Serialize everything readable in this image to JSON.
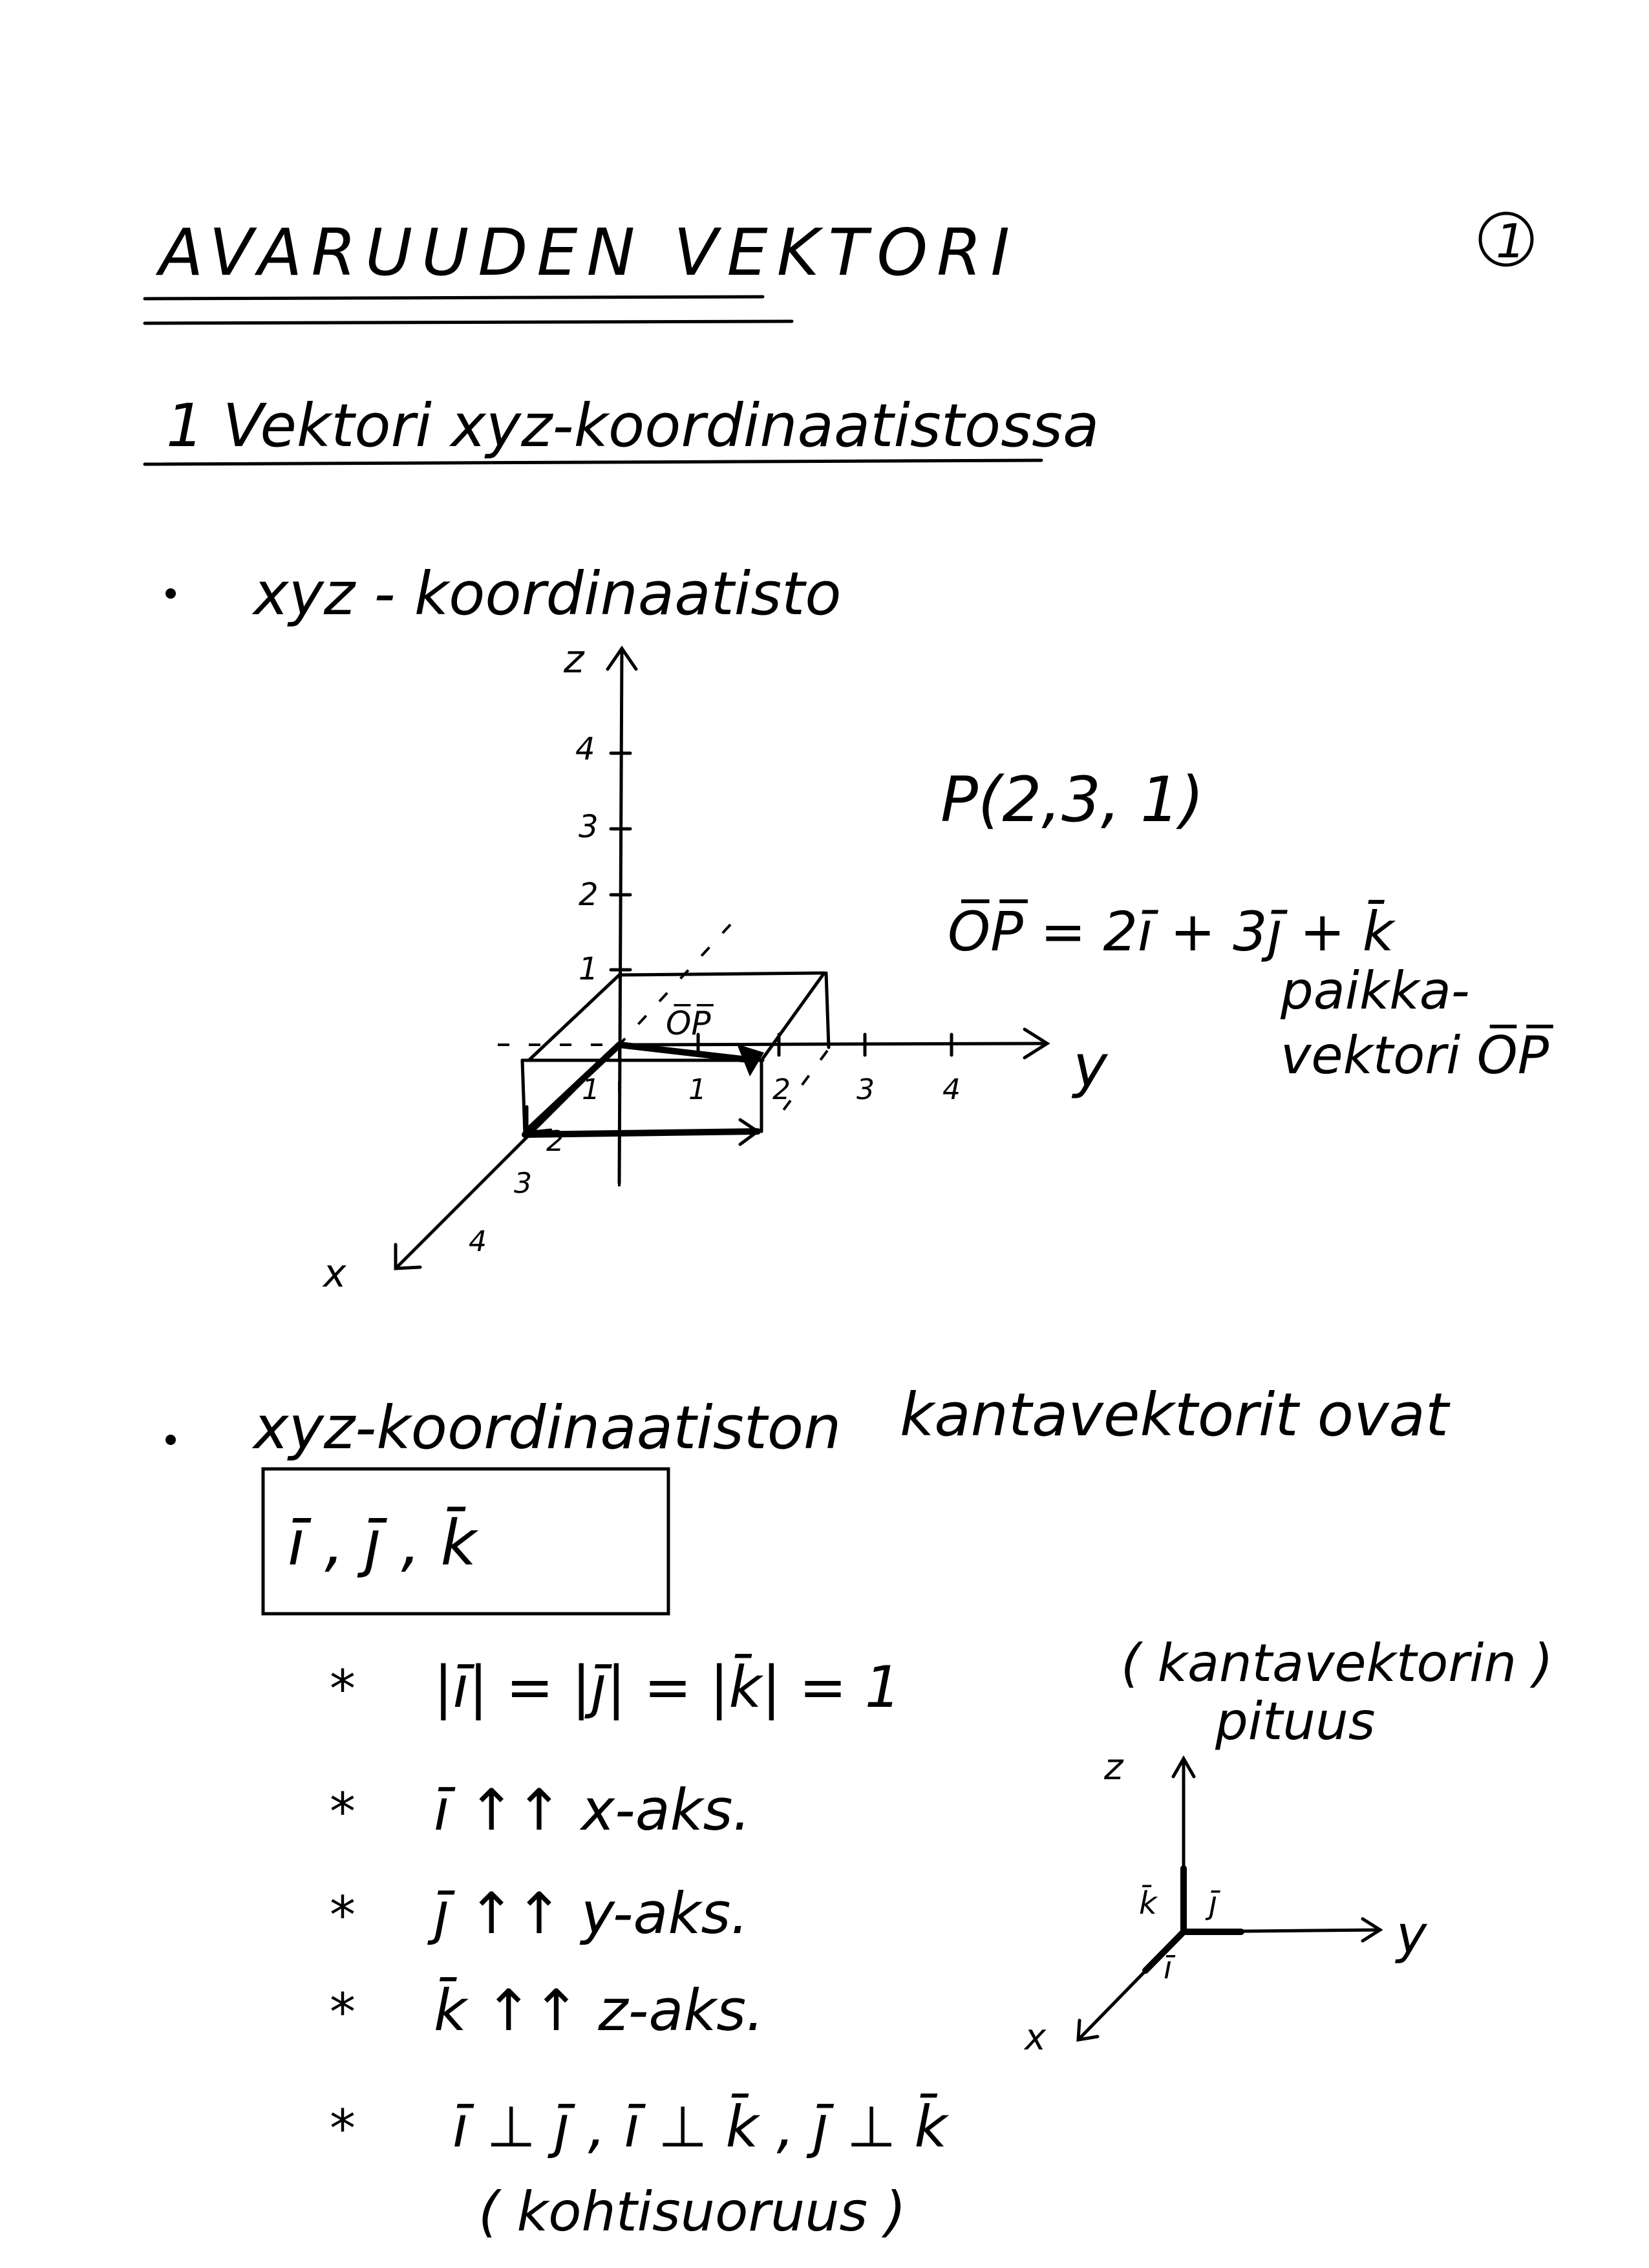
{
  "page": {
    "title": "AVARUUDEN VEKTORI",
    "page_number": "1"
  },
  "section": {
    "heading": "1 Vektori xyz-koordinaatistossa"
  },
  "bullet1": {
    "text": "xyz - koordinaatisto",
    "diagram": {
      "axis_z": "z",
      "axis_y": "y",
      "axis_x": "x",
      "z_ticks": [
        "1",
        "2",
        "3",
        "4"
      ],
      "y_ticks": [
        "1",
        "2",
        "3",
        "4"
      ],
      "x_ticks": [
        "1",
        "2",
        "3",
        "4"
      ],
      "vector_label": "O̅P̅"
    },
    "point": "P(2,3, 1)",
    "equation": "O̅P̅ = 2ī + 3j̄ + k̄",
    "note_line1": "paikka-",
    "note_line2": "vektori O̅P̅"
  },
  "bullet2": {
    "text_left": "xyz-koordinaatiston",
    "text_right": "kantavektorit ovat",
    "boxed": "ī ,  j̄ ,  k̄",
    "items": [
      "|ī| = |j̄| = |k̄| = 1",
      "ī ↑↑ x-aks.",
      "j̄ ↑↑ y-aks.",
      "k̄ ↑↑ z-aks.",
      "ī ⊥ j̄  ,  ī ⊥ k̄  ,  j̄ ⊥ k̄"
    ],
    "star": "*",
    "side_note_line1": "( kantavektorin )",
    "side_note_line2": "pituus",
    "footnote": "( kohtisuoruus )",
    "mini_diagram": {
      "axis_z": "z",
      "axis_y": "y",
      "axis_x": "x",
      "label_i": "ī",
      "label_j": "j̄",
      "label_k": "k̄"
    }
  }
}
